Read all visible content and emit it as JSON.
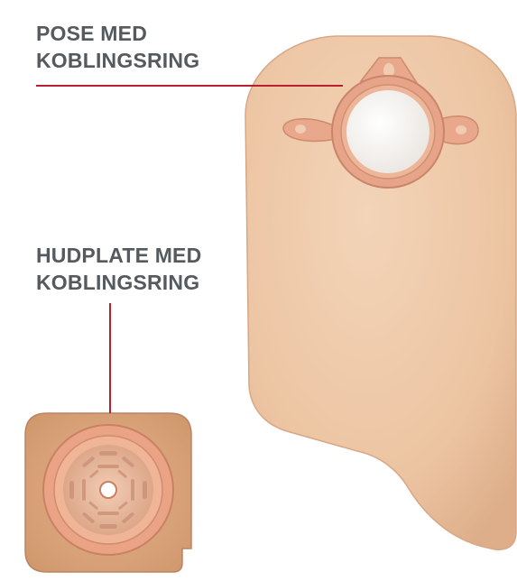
{
  "labels": {
    "pouch_line1": "POSE MED",
    "pouch_line2": "KOBLINGSRING",
    "plate_line1": "HUDPLATE MED",
    "plate_line2": "KOBLINGSRING"
  },
  "colors": {
    "label_text": "#555a5f",
    "leader_line": "#b5212f",
    "pouch_fill": "#efc9a8",
    "coupling_ring": "#e7a488",
    "skin_barrier": "#d9a57c"
  }
}
